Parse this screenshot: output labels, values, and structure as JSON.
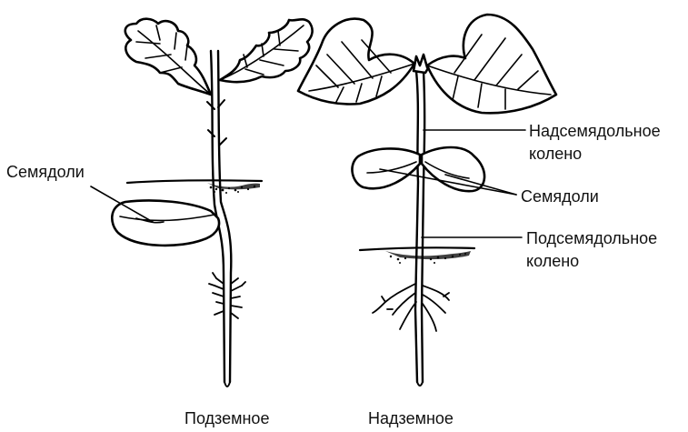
{
  "left_plant": {
    "label_cotyledons": "Семядоли",
    "caption": "Подземное"
  },
  "right_plant": {
    "label_epicotyl_line1": "Надсемядольное",
    "label_epicotyl_line2": "колено",
    "label_cotyledons": "Семядоли",
    "label_hypocotyl_line1": "Подсемядольное",
    "label_hypocotyl_line2": "колено",
    "caption": "Надземное"
  },
  "colors": {
    "ink": "#000000",
    "background": "#ffffff"
  }
}
